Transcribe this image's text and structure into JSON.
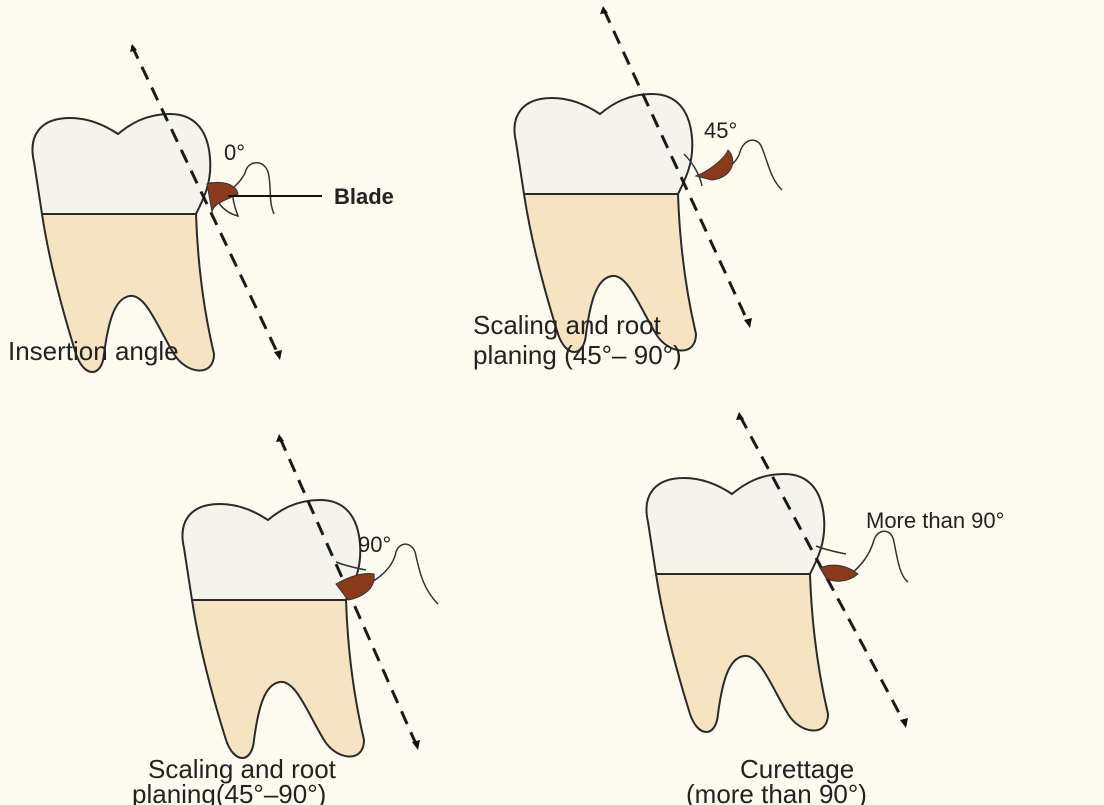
{
  "panels": [
    {
      "angle_label": "0°",
      "blade_label": "Blade",
      "caption_lines": [
        "Insertion angle"
      ]
    },
    {
      "angle_label": "45°",
      "caption_lines": [
        "Scaling and root",
        "planing (45°– 90°)"
      ]
    },
    {
      "angle_label": "90°",
      "caption_lines": [
        "Scaling and root",
        "planing(45°–90°)"
      ]
    },
    {
      "angle_label": "More than 90°",
      "caption_lines": [
        "Curettage",
        "(more than 90°)"
      ]
    }
  ],
  "colors": {
    "background": "#fdfbf0",
    "crown": "#f4f3ec",
    "root": "#f6e3c2",
    "blade": "#8b3a1c",
    "outline": "#2a2a2a"
  }
}
